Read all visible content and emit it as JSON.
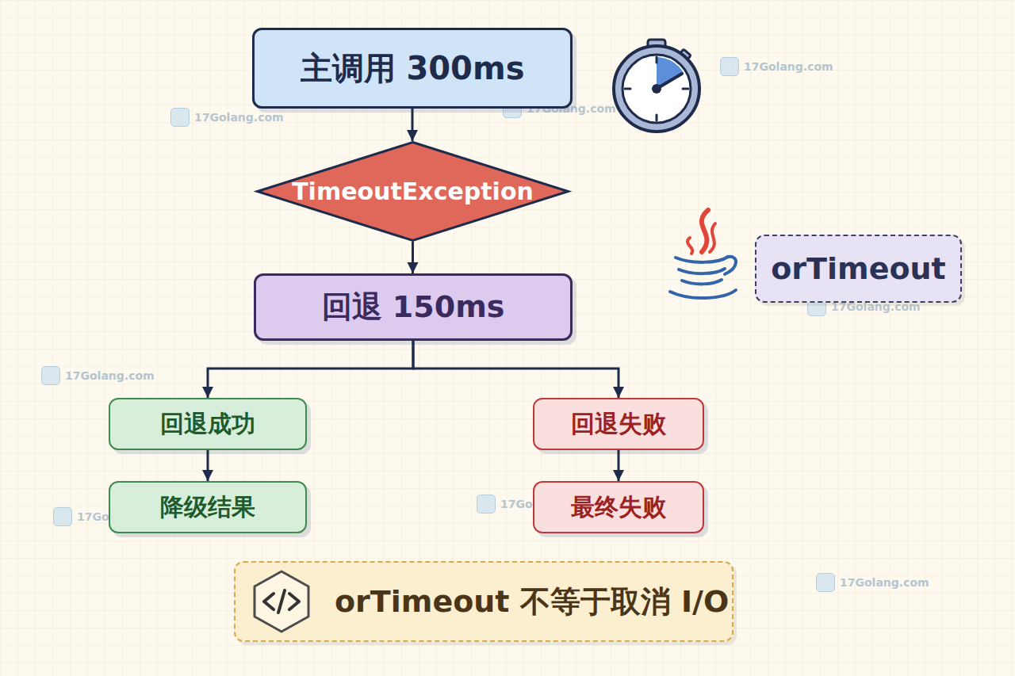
{
  "diagram": {
    "nodes": [
      {
        "text": [
          "主调用 300ms"
        ]
      },
      {
        "text": [
          "TimeoutException"
        ]
      },
      {
        "text": [
          "回退 150ms"
        ]
      },
      {
        "text": [
          "回退成功"
        ]
      },
      {
        "text": [
          "回退失败"
        ]
      },
      {
        "text": [
          "降级结果"
        ]
      },
      {
        "text": [
          "最终失败"
        ]
      },
      {
        "text": [
          "orTimeout"
        ]
      },
      {
        "text": [
          "orTimeout 不等于取消 I/O"
        ]
      }
    ],
    "edges": [
      {
        "from": 0,
        "to": 1,
        "arrow": "to"
      },
      {
        "from": 1,
        "to": 2,
        "arrow": "to"
      },
      {
        "from": 2,
        "to": 3,
        "arrow": "to"
      },
      {
        "from": 2,
        "to": 4,
        "arrow": "to"
      },
      {
        "from": 3,
        "to": 5,
        "arrow": "to"
      },
      {
        "from": 4,
        "to": 6,
        "arrow": "to"
      }
    ],
    "labels": [
      "17Golang.com",
      "17Golang.com",
      "17Golang.com",
      "17Golang.com",
      "17Golang.com",
      "17Golang.com",
      "17Golang.com",
      "17Golang.com"
    ]
  }
}
